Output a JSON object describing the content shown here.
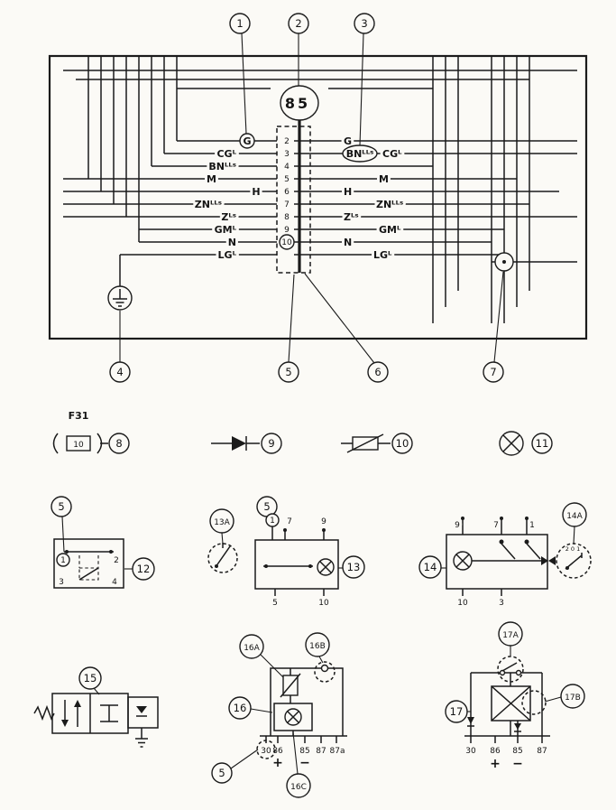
{
  "callouts": {
    "n1": "1",
    "n2": "2",
    "n3": "3",
    "n4": "4",
    "n5": "5",
    "n6": "6",
    "n7": "7",
    "n8": "8",
    "n9": "9",
    "n10": "10",
    "n11": "11",
    "n12": "12",
    "n13": "13",
    "n13a": "13A",
    "n14": "14",
    "n14a": "14A",
    "n15": "15",
    "n16": "16",
    "n16a": "16A",
    "n16b": "16B",
    "n16c": "16C",
    "n17": "17",
    "n17a": "17A",
    "n17b": "17B"
  },
  "main": {
    "connector_label": "85",
    "rows": [
      {
        "pin": "2",
        "left": "G",
        "right": "G"
      },
      {
        "pin": "3",
        "left": "CGᴸ",
        "right": "BNᴸᴸˢ",
        "right2": "CGᴸ"
      },
      {
        "pin": "4",
        "left": "BNᴸᴸˢ"
      },
      {
        "pin": "5",
        "left": "M",
        "right": "M"
      },
      {
        "pin": "6",
        "left": "H",
        "right": "H"
      },
      {
        "pin": "7",
        "left": "ZNᴸᴸˢ",
        "right": "ZNᴸᴸˢ"
      },
      {
        "pin": "8",
        "left": "Zᴸˢ",
        "right": "Zᴸˢ"
      },
      {
        "pin": "9",
        "left": "GMᴸ",
        "right": "GMᴸ"
      },
      {
        "pin": "10",
        "left": "N",
        "right": "N"
      },
      {
        "left": "LGᴸ",
        "right": "LGᴸ"
      }
    ]
  },
  "legend": {
    "fuse_name": "F31",
    "fuse_rating": "10"
  },
  "comp12": {
    "p1": "1",
    "p2": "2",
    "p3": "3",
    "p4": "4"
  },
  "comp13": {
    "t1": "1",
    "t2": "7",
    "t3": "9",
    "b1": "5",
    "b2": "10"
  },
  "comp14": {
    "t1": "9",
    "t2": "7",
    "t3": "1",
    "b1": "10",
    "b2": "3",
    "detail": "2 0 1"
  },
  "comp16": {
    "p1": "30",
    "p2": "86",
    "p3": "85",
    "p4": "87",
    "p5": "87a",
    "plus": "+",
    "minus": "−"
  },
  "comp17": {
    "p1": "30",
    "p2": "86",
    "p3": "85",
    "p4": "87",
    "plus": "+",
    "minus": "−"
  }
}
